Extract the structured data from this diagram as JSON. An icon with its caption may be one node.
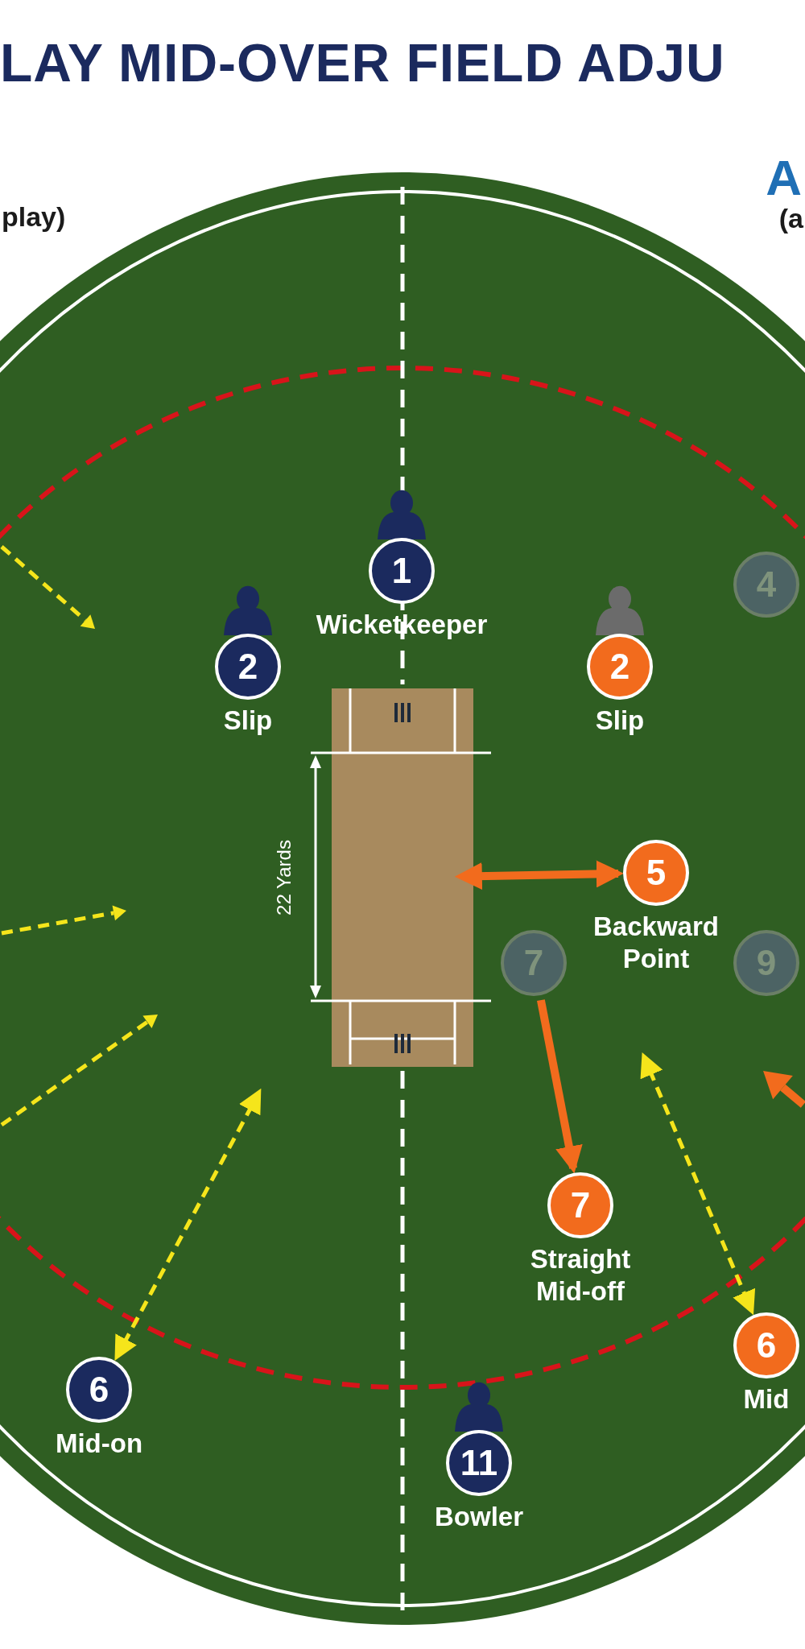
{
  "diagram": {
    "title": "LAY MID-OVER FIELD ADJU",
    "nodes": [
      {
        "text": [
          "1",
          "Wicketkeeper"
        ]
      },
      {
        "text": [
          "4"
        ]
      },
      {
        "text": [
          "2",
          "Slip"
        ]
      },
      {
        "text": [
          "2",
          "Slip"
        ]
      },
      {
        "text": [],
        "shape": "box"
      },
      {
        "text": [
          "5",
          "Backward Point"
        ]
      },
      {
        "text": [
          "7"
        ]
      },
      {
        "text": [
          "9"
        ]
      },
      {
        "text": [
          "7",
          "Straight Mid-off"
        ]
      },
      {
        "text": [
          "6",
          "Mid"
        ]
      },
      {
        "text": [
          "6",
          "Mid-on"
        ]
      },
      {
        "text": [
          "11",
          "Bowler"
        ]
      }
    ],
    "edges": [
      {
        "from": 4,
        "to": 5,
        "arrow": "both",
        "style": "thick",
        "color": "#f26b1d"
      },
      {
        "from": 6,
        "to": 8,
        "arrow": "to",
        "style": "thick",
        "color": "#f26b1d"
      },
      {
        "from": null,
        "to": 10,
        "arrow": "both",
        "style": "dashed",
        "color": "#f5e51b"
      },
      {
        "from": null,
        "to": 9,
        "arrow": "both",
        "style": "dashed",
        "color": "#f5e51b"
      }
    ],
    "labels": [
      "play)",
      "A",
      "(a",
      "22 Yards"
    ]
  }
}
